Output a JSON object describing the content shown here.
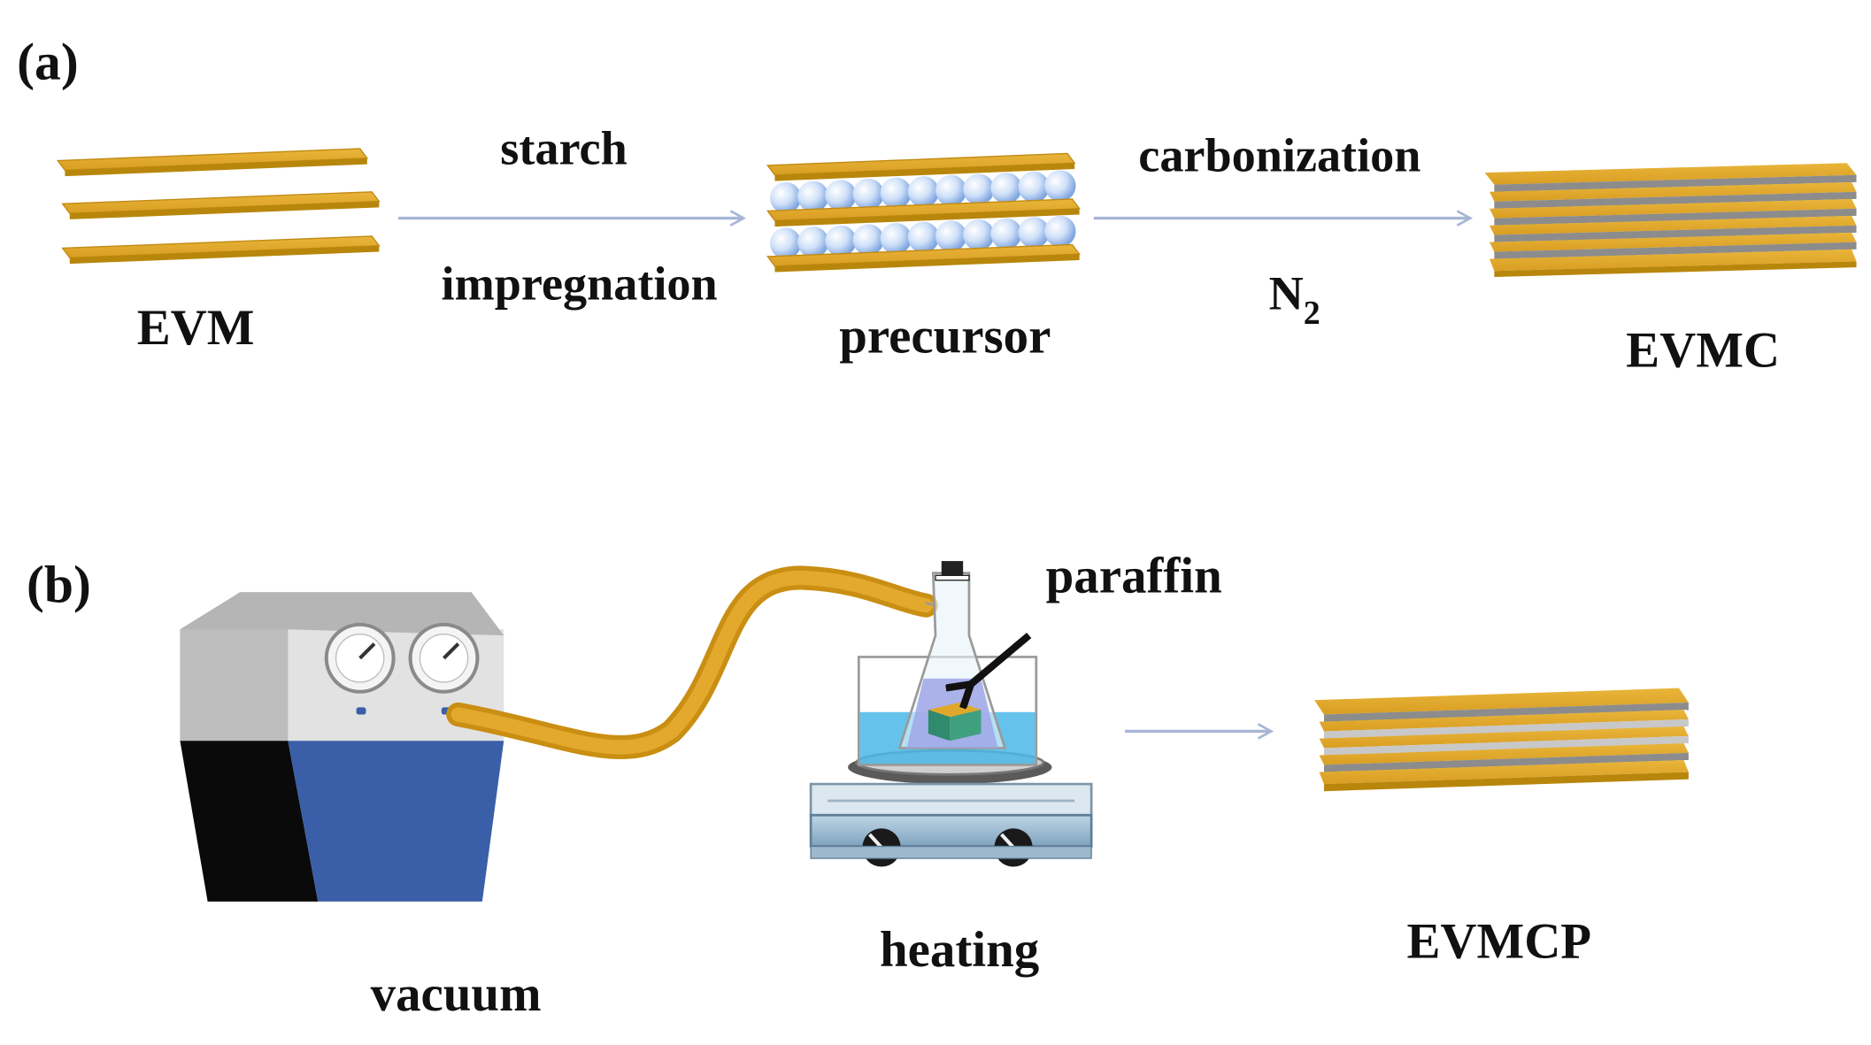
{
  "panel_a": {
    "label": "(a)",
    "stage_1": "EVM",
    "step_1_top": "starch",
    "step_1_bottom": "impregnation",
    "stage_2": "precursor",
    "step_2_top": "carbonization",
    "step_2_bottom_main": "N",
    "step_2_bottom_sub": "2",
    "stage_3": "EVMC"
  },
  "panel_b": {
    "label": "(b)",
    "vacuum": "vacuum",
    "heating": "heating",
    "paraffin": "paraffin",
    "product": "EVMCP"
  },
  "colors": {
    "sheet_gold": "#E0A82A",
    "sheet_edge": "#B8860B",
    "carbon_gray": "#8C8C8C",
    "arrow_blue": "#A7B6D6",
    "pump_blue": "#3A5FA8",
    "pump_gray": "#D4D4D4",
    "pump_black": "#0A0A0A",
    "water_blue": "#4AB8E8"
  },
  "icons": [
    "vacuum-pump-icon",
    "flask-icon",
    "hot-plate-icon",
    "hose-icon",
    "gauge-icon",
    "layered-sheet-icon",
    "starch-sphere-icon"
  ]
}
